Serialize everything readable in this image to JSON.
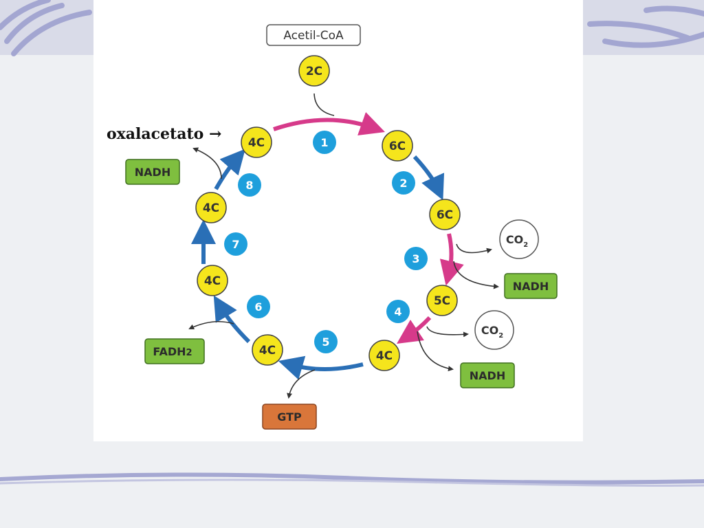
{
  "annotation": {
    "label": "oxalacetato",
    "arrow": "→"
  },
  "input": {
    "label": "Acetil-CoA",
    "carbon": "2C"
  },
  "nodes": {
    "n1": "6C",
    "n2": "6C",
    "n3": "5C",
    "n4": "4C",
    "n5": "4C",
    "n6": "4C",
    "n7": "4C",
    "n8": "4C"
  },
  "steps": [
    "1",
    "2",
    "3",
    "4",
    "5",
    "6",
    "7",
    "8"
  ],
  "products": {
    "co2_a": {
      "main": "CO",
      "sub": "2"
    },
    "nadh_a": "NADH",
    "co2_b": {
      "main": "CO",
      "sub": "2"
    },
    "nadh_b": "NADH",
    "gtp": "GTP",
    "fadh2": {
      "main": "FADH",
      "sub": "2"
    },
    "nadh_c": "NADH"
  },
  "colors": {
    "node": "#f5e51c",
    "step": "#1e9fdc",
    "nadh": "#7fbf3f",
    "gtp": "#d9763a",
    "pink_arrow": "#d63a8a",
    "blue_arrow": "#2a6fb6"
  }
}
